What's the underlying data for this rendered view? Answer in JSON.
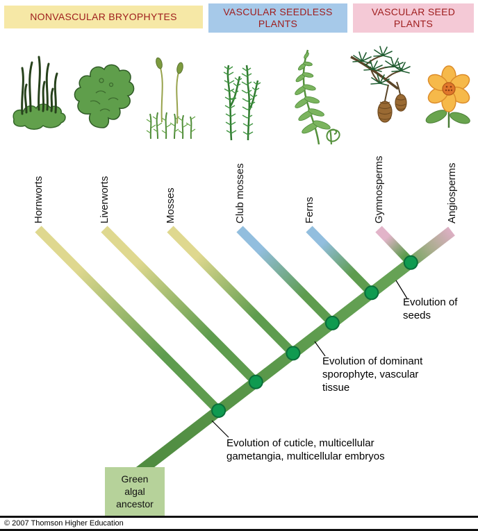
{
  "groups": [
    {
      "label": "NONVASCULAR BRYOPHYTES",
      "bg": "#f6e8a6",
      "text_color": "#9e1c1c",
      "branch_tip_color": "#dfd88f"
    },
    {
      "label": "VASCULAR SEEDLESS PLANTS",
      "bg": "#a6c9e9",
      "text_color": "#9e1c1c",
      "branch_tip_color": "#92bede"
    },
    {
      "label": "VASCULAR SEED PLANTS",
      "bg": "#f4c9d6",
      "text_color": "#9e1c1c",
      "branch_tip_color": "#e2b4c9"
    }
  ],
  "taxa": [
    {
      "name": "Hornworts",
      "group": "NONVASCULAR BRYOPHYTES",
      "icon": "hornwort-plant-icon"
    },
    {
      "name": "Liverworts",
      "group": "NONVASCULAR BRYOPHYTES",
      "icon": "liverwort-plant-icon"
    },
    {
      "name": "Mosses",
      "group": "NONVASCULAR BRYOPHYTES",
      "icon": "moss-plant-icon"
    },
    {
      "name": "Club mosses",
      "group": "VASCULAR SEEDLESS PLANTS",
      "icon": "club-moss-plant-icon"
    },
    {
      "name": "Ferns",
      "group": "VASCULAR SEEDLESS PLANTS",
      "icon": "fern-plant-icon"
    },
    {
      "name": "Gymnosperms",
      "group": "VASCULAR SEED PLANTS",
      "icon": "gymnosperm-plant-icon"
    },
    {
      "name": "Angiosperms",
      "group": "VASCULAR SEED PLANTS",
      "icon": "angiosperm-flower-icon"
    }
  ],
  "tree": {
    "type": "cladogram",
    "root_label": "Green algal ancestor",
    "annotations": [
      {
        "id": "cuticle",
        "text": "Evolution of cuticle, multicellular gametangia, multicellular embryos"
      },
      {
        "id": "vascular",
        "text": "Evolution of dominant sporophyte, vascular tissue"
      },
      {
        "id": "seeds",
        "text": "Evolution of seeds"
      }
    ],
    "node_order_from_root": [
      "Hornworts",
      "Liverworts",
      "Mosses",
      "Club mosses",
      "Ferns",
      "Gymnosperms + Angiosperms split"
    ]
  },
  "colors": {
    "branch_green": "#5e9c4e",
    "trunk_green_dark": "#4f8b40",
    "node_fill": "#0f9a50",
    "node_stroke": "#0a6e3a",
    "root_box_bg": "#b6d29a",
    "header_text": "#9e1c1c"
  },
  "footer": {
    "copyright": "© 2007 Thomson Higher Education"
  }
}
